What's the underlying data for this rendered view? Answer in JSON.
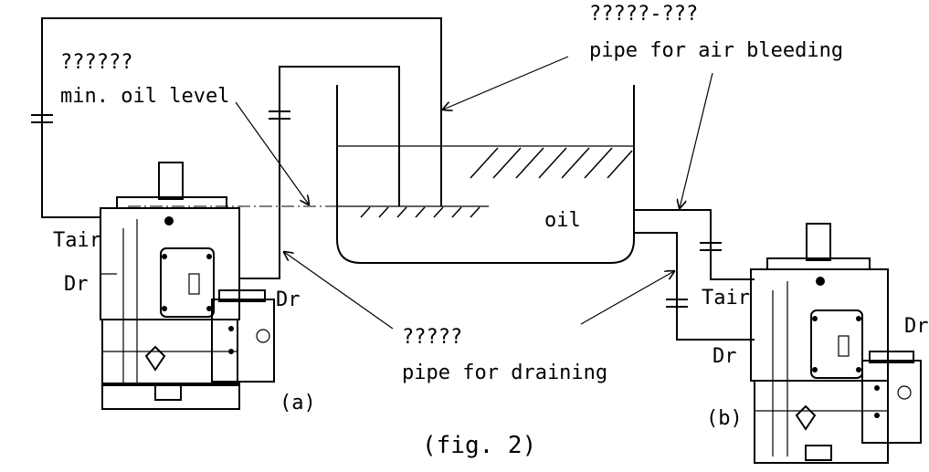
{
  "labels": {
    "air_jp": "?????-???",
    "air_en": "pipe for air bleeding",
    "level_jp": "??????",
    "level_en": "min. oil level",
    "drain_jp": "?????",
    "drain_en": "pipe for draining",
    "oil": "oil",
    "tair_a": "Tair",
    "dr_a_left": "Dr",
    "dr_a_right": "Dr",
    "tair_b": "Tair",
    "dr_b_left": "Dr",
    "dr_b_right": "Dr",
    "a": "(a)",
    "b": "(b)",
    "figure": "(fig. 2)"
  }
}
